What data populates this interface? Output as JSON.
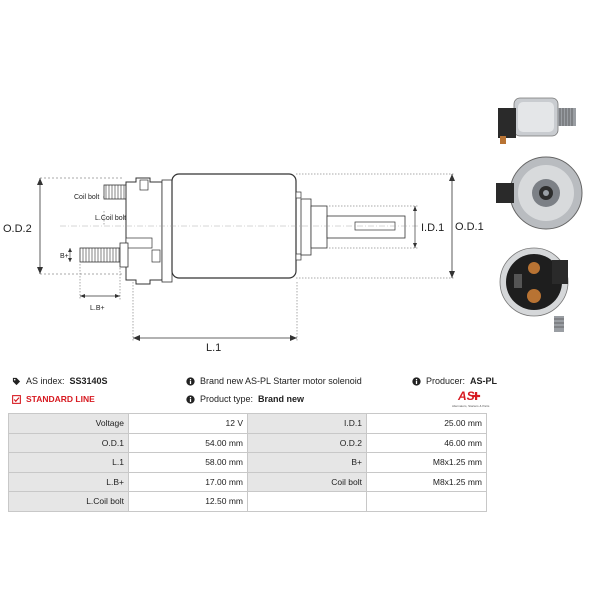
{
  "drawing": {
    "labels": {
      "od2": "O.D.2",
      "od1": "O.D.1",
      "id1": "I.D.1",
      "l1": "L.1",
      "bplus": "B+",
      "lbplus": "L.B+",
      "coil_bolt": "Coil bolt",
      "l_coil_bolt": "L.Coil bolt"
    }
  },
  "info": {
    "as_index_label": "AS index:",
    "as_index_value": "SS3140S",
    "description": "Brand new AS-PL Starter motor solenoid",
    "producer_label": "Producer:",
    "producer_value": "AS-PL",
    "standard_line": "STANDARD LINE",
    "product_type_label": "Product type:",
    "product_type_value": "Brand new",
    "logo_text": "AS",
    "logo_tagline": "Alternators, Starters & Parts"
  },
  "specs": [
    [
      {
        "k": "Voltage",
        "v": "12 V"
      },
      {
        "k": "I.D.1",
        "v": "25.00 mm"
      }
    ],
    [
      {
        "k": "O.D.1",
        "v": "54.00 mm"
      },
      {
        "k": "O.D.2",
        "v": "46.00 mm"
      }
    ],
    [
      {
        "k": "L.1",
        "v": "58.00 mm"
      },
      {
        "k": "B+",
        "v": "M8x1.25 mm"
      }
    ],
    [
      {
        "k": "L.B+",
        "v": "17.00 mm"
      },
      {
        "k": "Coil bolt",
        "v": "M8x1.25 mm"
      }
    ],
    [
      {
        "k": "L.Coil bolt",
        "v": "12.50 mm"
      },
      {
        "k": "",
        "v": ""
      }
    ]
  ],
  "colors": {
    "accent_red": "#d71920",
    "key_bg": "#e6e6e6"
  }
}
